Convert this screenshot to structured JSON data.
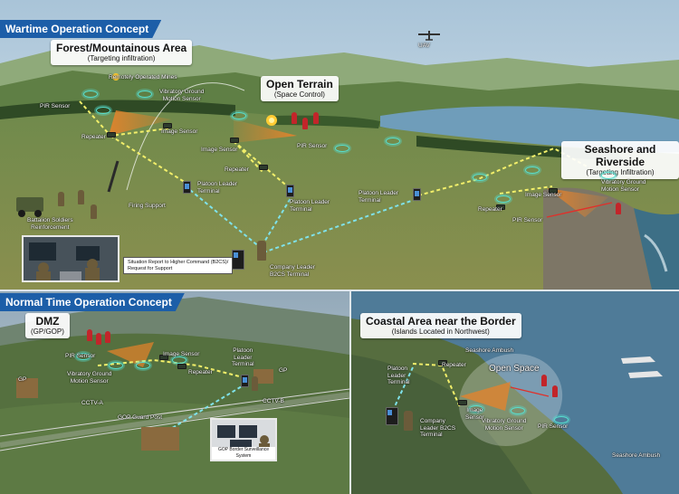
{
  "wartime": {
    "banner": "Wartime Operation Concept",
    "forest": {
      "title": "Forest/Mountainous Area",
      "subtitle": "(Targeting infiltration)"
    },
    "open": {
      "title": "Open Terrain",
      "subtitle": "(Space Control)"
    },
    "seashore": {
      "title": "Seashore and Riverside",
      "subtitle": "(Targeting Infiltration)"
    },
    "labels": {
      "uav": "UAV",
      "remote_mines": "Remotely Operated Mines",
      "vgms_1": "Vibratory Ground\nMotion Sensor",
      "pir_1": "PIR Sensor",
      "image_1": "Image Sensor",
      "repeater_1": "Repeater",
      "image_2": "Image Sensor",
      "pir_2": "PIR Sensor",
      "repeater_2": "Repeater",
      "platoon_1": "Platoon Leader\nTerminal",
      "platoon_2": "Platoon Leader\nTerminal",
      "platoon_3": "Platoon Leader\nTerminal",
      "firing": "Firing Support",
      "battalion": "Battalion Soldiers\nReinforcement",
      "company": "Company Leader\nB2CS Terminal",
      "image_3": "Image Sensor",
      "vgms_3": "Vibratory Ground\nMotion Sensor",
      "repeater_3": "Repeater",
      "pir_3": "PIR Sensor"
    },
    "callout": "Situation Report to Higher Command (B2CS)/\nRequest for Support"
  },
  "normal": {
    "banner": "Normal Time Operation Concept",
    "dmz": {
      "title": "DMZ",
      "subtitle": "(GP/GOP)"
    },
    "coast": {
      "title": "Coastal Area near the Border",
      "subtitle": "(Islands Located in Northwest)"
    },
    "dmz_labels": {
      "pir": "PIR Sensor",
      "image": "Image Sensor",
      "vgms": "Vibratory Ground\nMotion Sensor",
      "repeater": "Repeater",
      "platoon": "Platoon\nLeader\nTerminal",
      "gp_left": "GP",
      "gp_right": "GP",
      "cctv_a": "CCTV-A",
      "cctv_b": "CCTV-B",
      "gop_post": "GOP Guard Post",
      "gop_system": "GOP Border Surveillance System"
    },
    "coast_labels": {
      "ambush_top": "Seashore Ambush",
      "platoon": "Platoon\nLeader\nTerminal",
      "repeater": "Repeater",
      "open_space": "Open Space",
      "image": "Image\nSensor",
      "company": "Company\nLeader B2CS\nTerminal",
      "vgms": "Vibratory Ground\nMotion Sensor",
      "pir": "PIR Sensor",
      "ambush_bottom": "Seashore Ambush"
    }
  },
  "colors": {
    "banner": "#1c5ea8",
    "link_yellow": "#f2ef6a",
    "link_cyan": "#7fe2ea",
    "sensor_ring": "#57e0d1",
    "detection_cone": "#e8832a",
    "intruder": "#c2252a"
  }
}
